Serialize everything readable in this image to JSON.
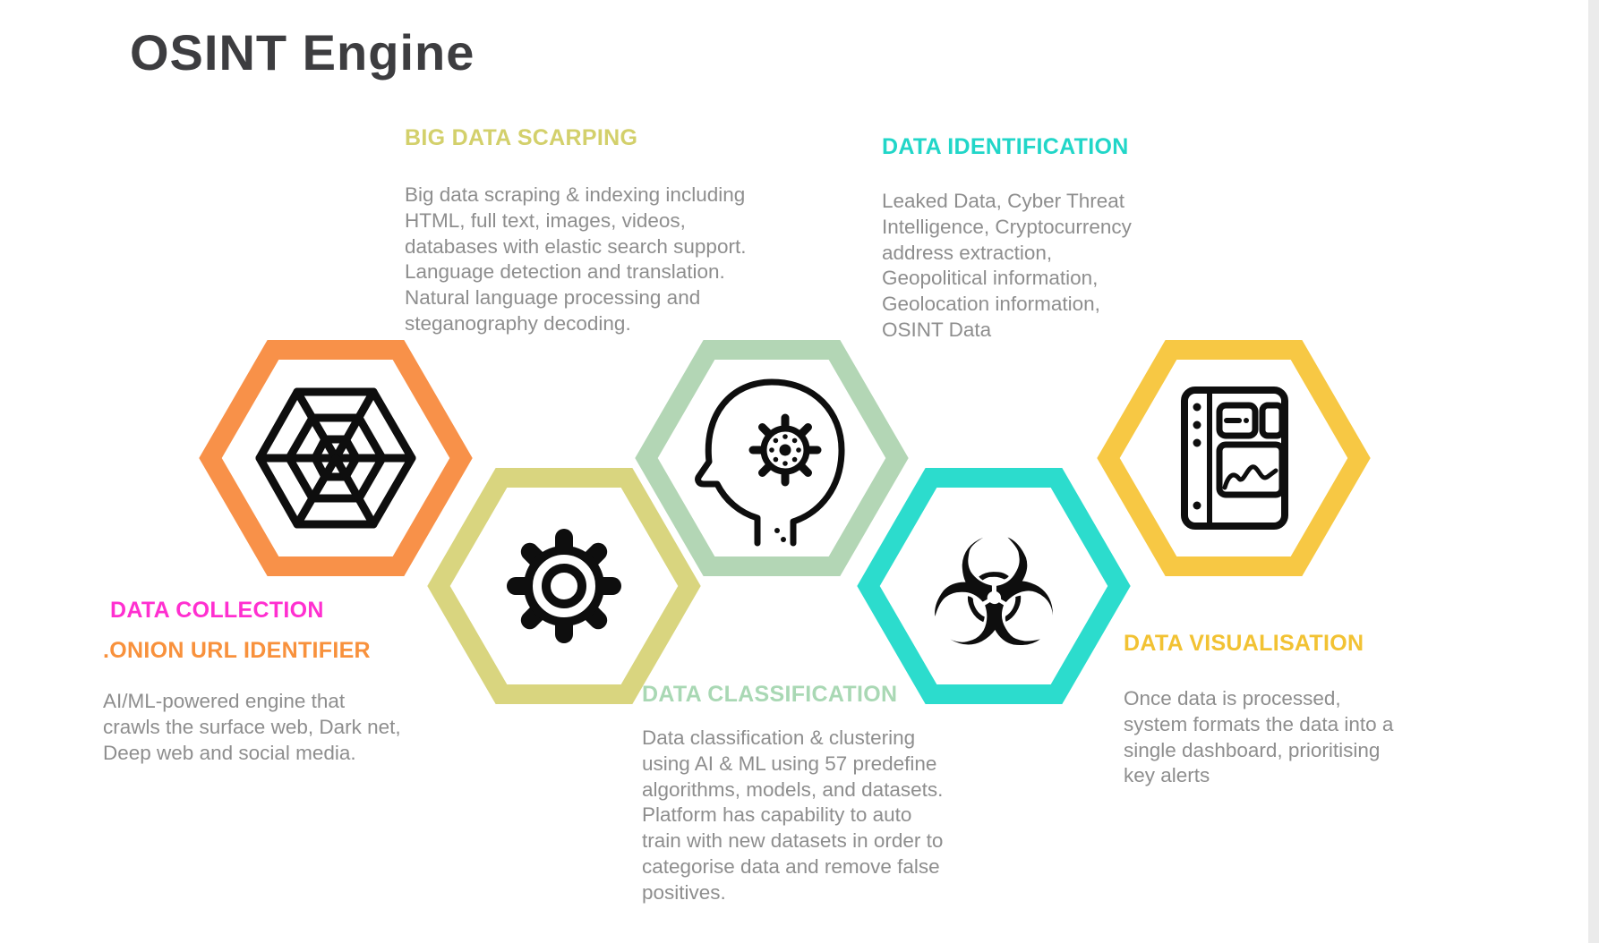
{
  "page": {
    "title": "OSINT Engine",
    "title_color": "#3d3d40",
    "body_text_color": "#8e8e8e",
    "background": "#ffffff"
  },
  "sections": {
    "big_data_scraping": {
      "heading": "BIG DATA SCARPING",
      "heading_color": "#d3d06b",
      "body": "Big data scraping & indexing including HTML, full text, images, videos, databases with elastic search support. Language detection and translation. Natural language processing and steganography decoding."
    },
    "data_identification": {
      "heading": "DATA IDENTIFICATION",
      "heading_color": "#21d6c8",
      "body": "Leaked Data, Cyber Threat Intelligence, Cryptocurrency address extraction, Geopolitical information, Geolocation information, OSINT Data"
    },
    "data_collection": {
      "heading": "DATA COLLECTION",
      "heading_color": "#ff2fd0",
      "subheading": ".ONION URL IDENTIFIER",
      "subheading_color": "#f8913c",
      "body": "AI/ML-powered engine that crawls the surface web, Dark net, Deep web and social media."
    },
    "data_classification": {
      "heading": "DATA CLASSIFICATION",
      "heading_color": "#a9d8b4",
      "body": "Data classification & clustering using AI & ML using 57 predefine algorithms, models, and datasets. Platform has capability to auto train with new datasets in order to categorise data and remove false positives."
    },
    "data_visualisation": {
      "heading": "DATA VISUALISATION",
      "heading_color": "#f2c233",
      "body": "Once data is processed, system formats the data into a single dashboard, prioritising key alerts"
    }
  },
  "hexagons": [
    {
      "label": "data collection hexagon",
      "color": "#f89149",
      "icon": "spider-web-icon"
    },
    {
      "label": "big data scraping hexagon",
      "color": "#d9d57f",
      "icon": "gear-icon"
    },
    {
      "label": "data classification hexagon",
      "color": "#b3d6b5",
      "icon": "head-gear-icon"
    },
    {
      "label": "data identification hexagon",
      "color": "#2cdccd",
      "icon": "biohazard-icon",
      "glyph": "☣"
    },
    {
      "label": "data visualisation hexagon",
      "color": "#f7c844",
      "icon": "dashboard-icon"
    }
  ]
}
